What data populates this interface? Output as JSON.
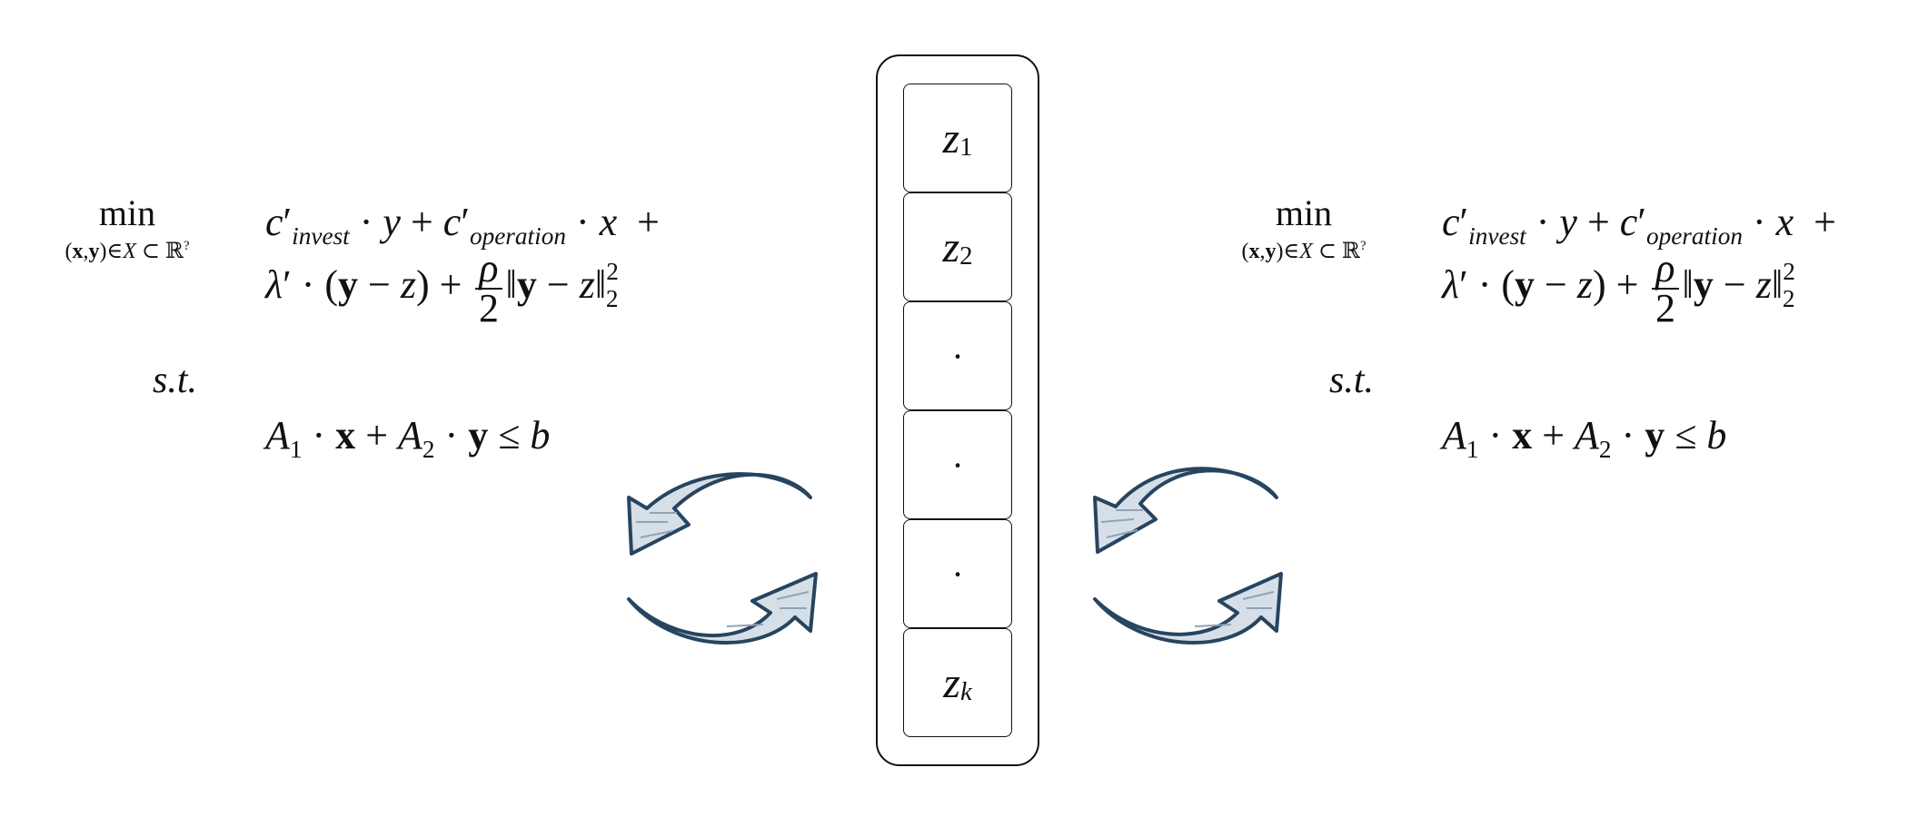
{
  "formula": {
    "min_word": "min",
    "min_subscript": "(x,y)∈X ⊂ ℝ?",
    "c_invest_sub": "invest",
    "c_operation_sub": "operation",
    "st_label": "s.t.",
    "rho": "ρ",
    "two": "2"
  },
  "vector": {
    "cells": [
      {
        "base": "z",
        "sub": "1"
      },
      {
        "base": "z",
        "sub": "2"
      },
      {
        "base": "·",
        "sub": ""
      },
      {
        "base": "·",
        "sub": ""
      },
      {
        "base": "·",
        "sub": ""
      },
      {
        "base": "z",
        "sub": "k"
      }
    ]
  },
  "colors": {
    "arrow": "#274560",
    "arrow_fill": "#d6dfe8",
    "outline": "#111111"
  }
}
